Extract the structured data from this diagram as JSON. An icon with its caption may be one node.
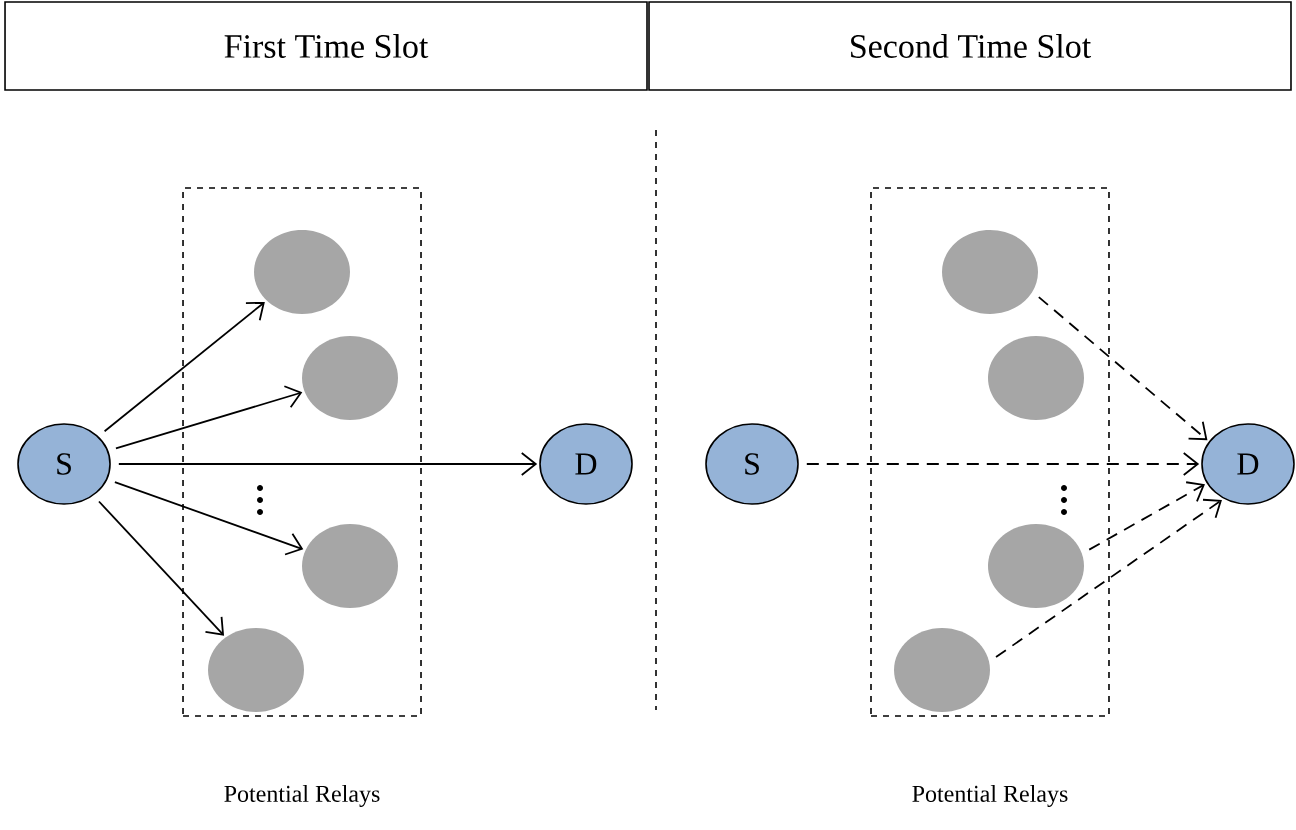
{
  "diagram": {
    "nodes": [
      {
        "text": [
          "First Time Slot"
        ]
      },
      {
        "text": [
          "Second Time Slot"
        ]
      },
      {
        "text": [
          "S"
        ]
      },
      {
        "text": [],
        "shape": "box"
      },
      {
        "text": [],
        "shape": "circle",
        "in": 3
      },
      {
        "text": [],
        "shape": "circle",
        "in": 3
      },
      {
        "text": [],
        "shape": "circle",
        "in": 3
      },
      {
        "text": [],
        "shape": "circle",
        "in": 3
      },
      {
        "text": [
          "D"
        ]
      },
      {
        "text": [
          "S"
        ]
      },
      {
        "text": [],
        "shape": "box"
      },
      {
        "text": [],
        "shape": "circle",
        "in": 10
      },
      {
        "text": [],
        "shape": "circle",
        "in": 10
      },
      {
        "text": [],
        "shape": "circle",
        "in": 10
      },
      {
        "text": [],
        "shape": "circle",
        "in": 10
      },
      {
        "text": [
          "D"
        ]
      }
    ],
    "edges": [
      {
        "from": 2,
        "to": 4,
        "arrow": "to"
      },
      {
        "from": 2,
        "to": 5,
        "arrow": "to"
      },
      {
        "from": 2,
        "to": 8,
        "arrow": "to"
      },
      {
        "from": 2,
        "to": 6,
        "arrow": "to"
      },
      {
        "from": 2,
        "to": 7,
        "arrow": "to"
      },
      {
        "from": 11,
        "to": 15,
        "arrow": "to",
        "style": "dashed"
      },
      {
        "from": 9,
        "to": 15,
        "arrow": "to",
        "style": "dashed"
      },
      {
        "from": 13,
        "to": 15,
        "arrow": "to",
        "style": "dashed"
      },
      {
        "from": 14,
        "to": 15,
        "arrow": "to",
        "style": "dashed"
      }
    ],
    "labels": [
      "Potential Relays",
      "Potential Relays"
    ]
  }
}
